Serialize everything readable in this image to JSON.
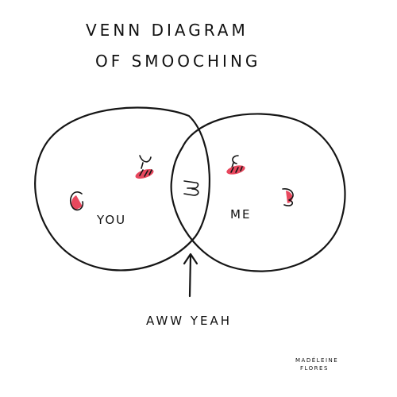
{
  "title_line1": "VENN DIAGRAM",
  "title_line2": "OF SMOOCHING",
  "left_label": "YOU",
  "right_label": "ME",
  "caption": "AWW YEAH",
  "signature_line1": "MADÉLEINE",
  "signature_line2": "FLORES",
  "colors": {
    "ink": "#151515",
    "blush": "#e8485e",
    "background": "#ffffff"
  }
}
